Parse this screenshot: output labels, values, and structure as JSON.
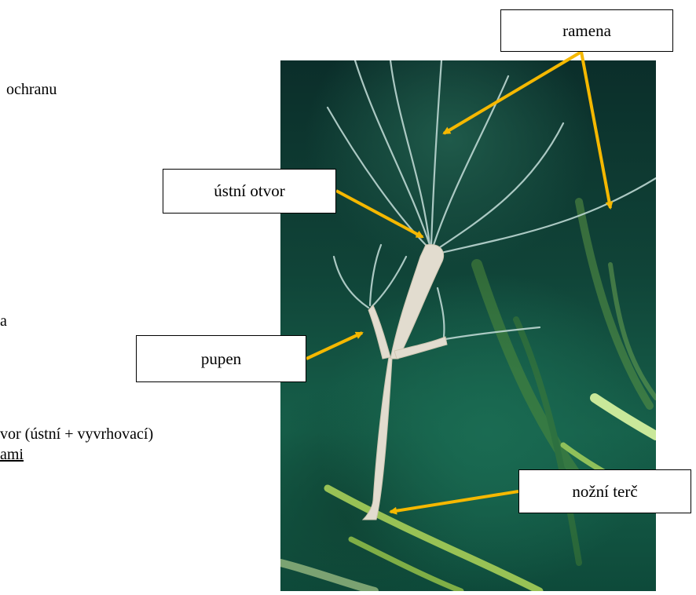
{
  "text_fragments": {
    "ochranu": "ochranu",
    "a": "a",
    "vor": "vor (ústní + vyvrhovací)",
    "ami": "ami"
  },
  "labels": {
    "ramena": "ramena",
    "ustni_otvor": "ústní otvor",
    "pupen": "pupen",
    "nozni_terc": "nožní terč"
  },
  "colors": {
    "arrow": "#f5b800",
    "background_water": "#104438",
    "hydra_body": "#e2dccf"
  }
}
